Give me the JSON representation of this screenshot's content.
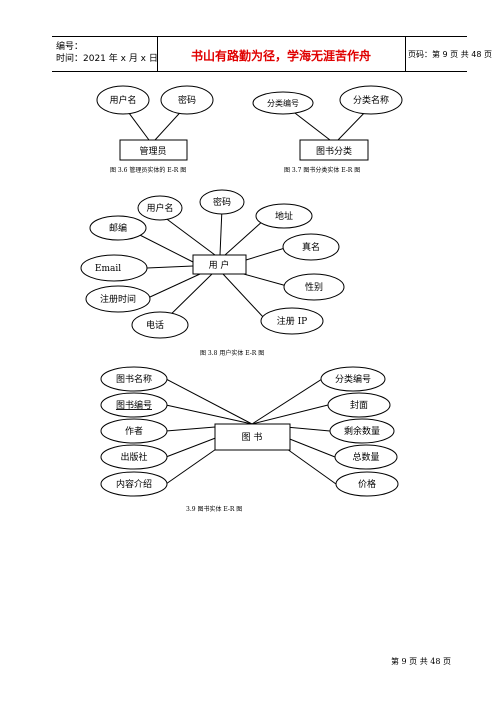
{
  "header": {
    "number_label": "编号：",
    "date_text": "时间：2021 年 x 月 x 日",
    "motto": "书山有路勤为径，学海无涯苦作舟",
    "page_text": "页码：第 9 页 共 48 页"
  },
  "fig36": {
    "entity": "管理员",
    "attrs": [
      "用户名",
      "密码"
    ],
    "caption": "图 3.6  管理员实体的 E-R 图"
  },
  "fig37": {
    "entity": "图书分类",
    "attrs": [
      "分类编号",
      "分类名称"
    ],
    "caption": "图 3.7  图书分类实体 E-R 图"
  },
  "fig38": {
    "entity": "用  户",
    "attrs": [
      "用户名",
      "密码",
      "地址",
      "邮编",
      "真名",
      "Email",
      "性别",
      "注册时间",
      "注册 IP",
      "电话"
    ],
    "caption": "图 3.8  用户实体 E-R 图"
  },
  "fig39": {
    "entity": "图    书",
    "left_attrs": [
      "图书名称",
      "图书编号",
      "作者",
      "出版社",
      "内容介绍"
    ],
    "right_attrs": [
      "分类编号",
      "封面",
      "剩余数量",
      "总数量",
      "价格"
    ],
    "caption": "3.9  图书实体 E-R 图"
  },
  "footer": {
    "page_text": "第 9 页 共 48 页"
  }
}
